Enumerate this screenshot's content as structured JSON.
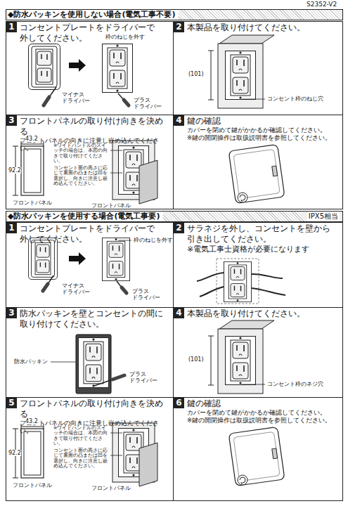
{
  "diagram": {
    "nodes": [
      {
        "text": [
          "◆防水パッキンを使用しない場合(電気工事不要)"
        ]
      },
      {
        "text": [
          "コンセントプレートをドライバーで 外してください。"
        ]
      },
      {
        "text": [
          "1"
        ],
        "in": 1
      },
      {
        "text": [
          "本製品を取り付けてください。"
        ]
      },
      {
        "text": [
          "2"
        ],
        "in": 3
      },
      {
        "text": [
          "フロントパネルの取り付け向きを決める",
          "フロントパネルの向きに注意し嵌め込んでください。"
        ]
      },
      {
        "text": [
          "3"
        ],
        "in": 5
      },
      {
        "text": [
          "鍵の確認",
          "カバーを閉めて鍵がかかるか確認してください。",
          "※鍵の開閉操作は取扱説明書を参照してください。"
        ]
      },
      {
        "text": [
          "4"
        ],
        "in": 7
      },
      {
        "text": [
          "◆防水パッキンを使用する場合(電気工事要)",
          "IPX5相当"
        ]
      },
      {
        "text": [
          "コンセントプレートをドライバーで 外してください。"
        ]
      },
      {
        "text": [
          "1"
        ],
        "in": 10
      },
      {
        "text": [
          "サラネジを外し、コンセントを壁から 引き出してください。",
          "※電気工事士資格が必要になります"
        ]
      },
      {
        "text": [
          "2"
        ],
        "in": 12
      },
      {
        "text": [
          "防水パッキンを壁とコンセントの間に 取り付けてください。"
        ]
      },
      {
        "text": [
          "3"
        ],
        "in": 14
      },
      {
        "text": [
          "本製品を取り付けてください。"
        ]
      },
      {
        "text": [
          "4"
        ],
        "in": 16
      },
      {
        "text": [
          "フロントパネルの取り付け向きを決める",
          "フロントパネルの向きに注意し嵌め込んでください。"
        ]
      },
      {
        "text": [
          "5"
        ],
        "in": 18
      },
      {
        "text": [
          "鍵の確認",
          "カバーを閉めて鍵がかかるか確認してください。",
          "※鍵の開閉操作は取扱説明書を参照してください。"
        ]
      },
      {
        "text": [
          "6"
        ],
        "in": 20
      }
    ],
    "labels": [
      "S2352-V2",
      "枠のねじを外す",
      "マイナス ドライバー",
      "プラス ドライバー",
      "(101)",
      "コンセント枠のねじ穴",
      "43.2",
      "92.2",
      "※ワイドハンドルのスイッチの場合は、本図の向きで取り付けてください。",
      "コンセント面の高さに応じて裏面の凸または凹を選択し、向きに注意し嵌め込んでください。",
      "フロントパネル",
      "フロントパネル",
      "枠のねじを外す",
      "マイナス ドライバー",
      "プラス ドライバー",
      "防水パッキン",
      "プラス ドライバー",
      "(101)",
      "コンセント枠のネジ穴",
      "43.2",
      "92.2",
      "※ワイドハンドルのスイッチの場合は、本図の向きで取り付けてください。",
      "コンセント面の高さに応じて裏面の凸または凹を選択し、向きに注意し嵌め込んでください。",
      "フロントパネル",
      "フロントパネル"
    ]
  }
}
